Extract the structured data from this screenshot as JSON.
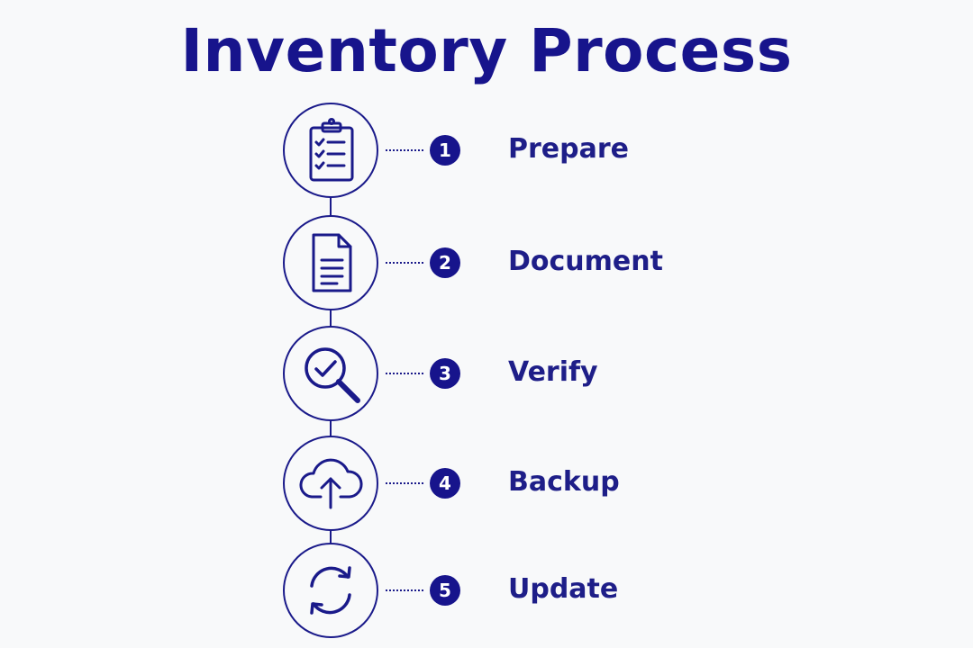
{
  "title": "Inventory Process",
  "colors": {
    "primary": "#17148c",
    "background": "#f8f9fa"
  },
  "steps": [
    {
      "number": "1",
      "label": "Prepare",
      "icon": "clipboard-checklist-icon"
    },
    {
      "number": "2",
      "label": "Document",
      "icon": "document-icon"
    },
    {
      "number": "3",
      "label": "Verify",
      "icon": "magnifier-check-icon"
    },
    {
      "number": "4",
      "label": "Backup",
      "icon": "cloud-upload-icon"
    },
    {
      "number": "5",
      "label": "Update",
      "icon": "refresh-icon"
    }
  ]
}
